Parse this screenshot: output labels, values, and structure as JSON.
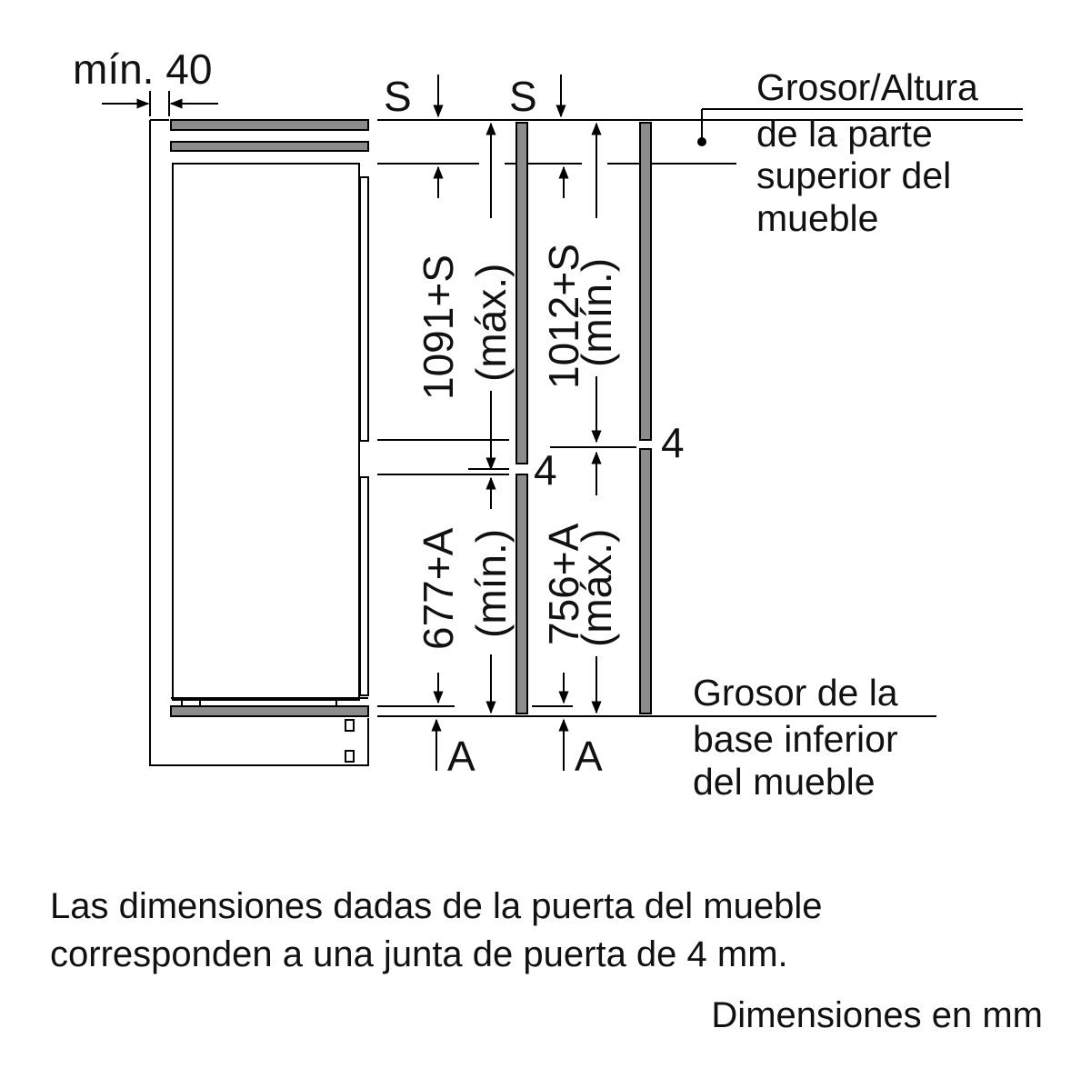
{
  "labels": {
    "min_40": "mín. 40",
    "s_left": "S",
    "s_right": "S",
    "dim_1091": "1091+S",
    "dim_1091_note": "(máx.)",
    "dim_1012": "1012+S",
    "dim_1012_note": "(mín.)",
    "dim_677": "677+A",
    "dim_677_note": "(mín.)",
    "dim_756": "756+A",
    "dim_756_note": "(máx.)",
    "gap_4_left": "4",
    "gap_4_right": "4",
    "a_left": "A",
    "a_right": "A"
  },
  "callouts": {
    "top": [
      "Grosor/Altura",
      "de la parte",
      "superior del",
      "mueble"
    ],
    "bottom": [
      "Grosor de la",
      "base inferior",
      "del mueble"
    ]
  },
  "note": {
    "lines": [
      "Las dimensiones dadas de la puerta del mueble",
      "corresponden a una junta de puerta de 4 mm."
    ],
    "units": "Dimensiones en mm"
  },
  "colors": {
    "line": "#000000",
    "panel_gray": "#8c8c8c",
    "background": "#ffffff"
  }
}
